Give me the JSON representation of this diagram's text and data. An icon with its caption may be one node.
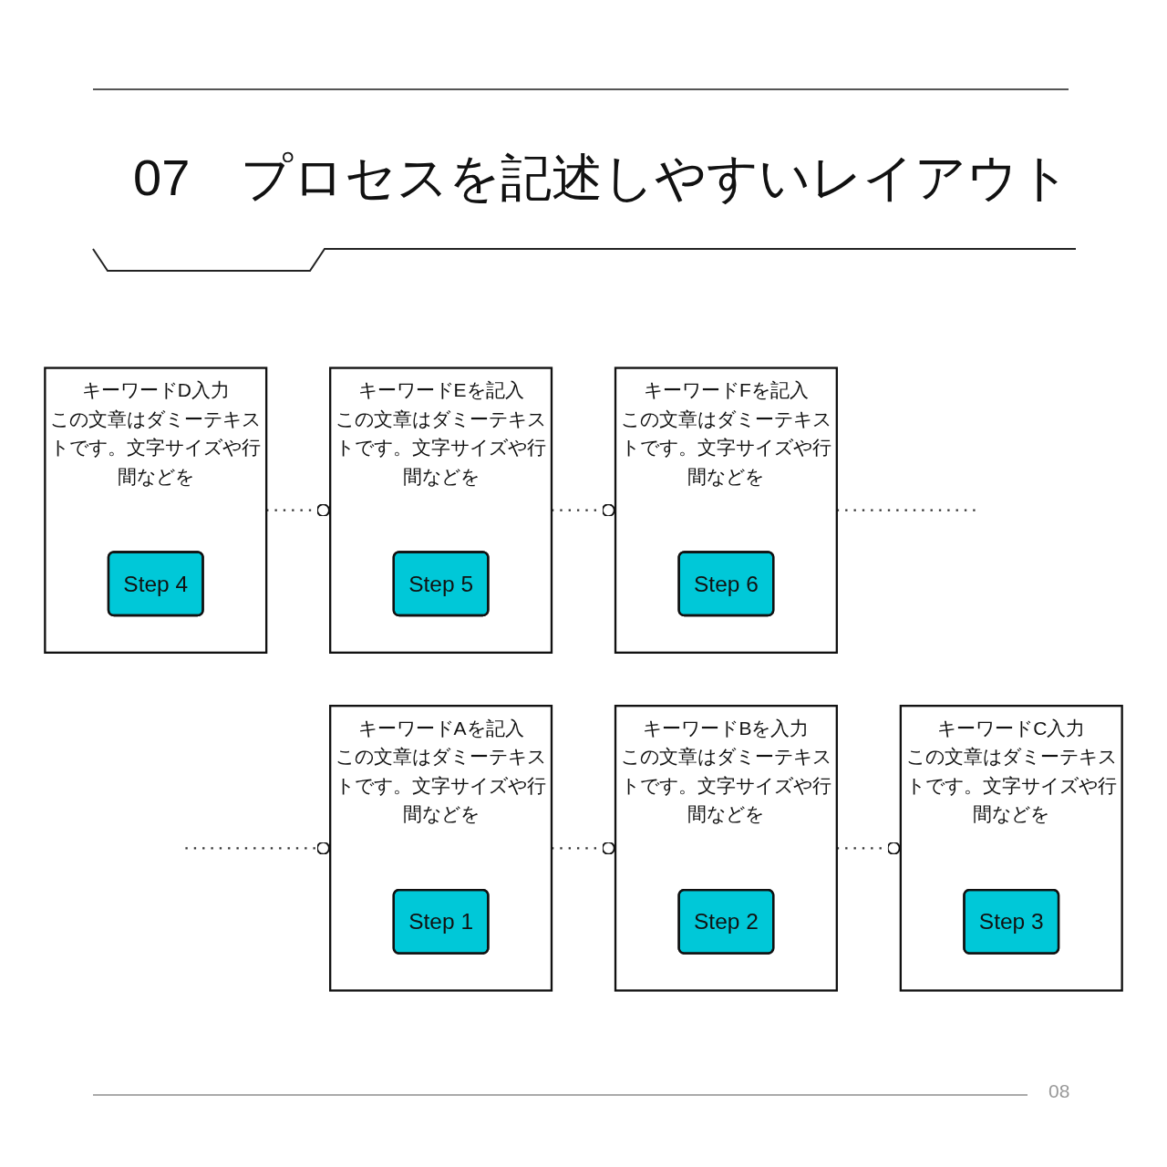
{
  "diagram": {
    "title": "07　プロセスを記述しやすいレイアウト",
    "nodes": [
      {
        "text": [
          "キーワードAを記入",
          "この文章はダミーテキストです。文字サイズや行間などを"
        ]
      },
      {
        "text": [
          "Step 1"
        ],
        "in": 0
      },
      {
        "text": [
          "キーワードBを入力",
          "この文章はダミーテキストです。文字サイズや行間などを"
        ]
      },
      {
        "text": [
          "Step 2"
        ],
        "in": 2
      },
      {
        "text": [
          "キーワードC入力",
          "この文章はダミーテキストです。文字サイズや行間などを"
        ]
      },
      {
        "text": [
          "Step 3"
        ],
        "in": 4
      },
      {
        "text": [
          "キーワードD入力",
          "この文章はダミーテキストです。文字サイズや行間などを"
        ]
      },
      {
        "text": [
          "Step 4"
        ],
        "in": 6
      },
      {
        "text": [
          "キーワードEを記入",
          "この文章はダミーテキストです。文字サイズや行間などを"
        ]
      },
      {
        "text": [
          "Step 5"
        ],
        "in": 8
      },
      {
        "text": [
          "キーワードFを記入",
          "この文章はダミーテキストです。文字サイズや行間などを"
        ]
      },
      {
        "text": [
          "Step 6"
        ],
        "in": 10
      }
    ],
    "edges": [
      {
        "from": null,
        "to": 0,
        "arrow": "other",
        "style": "dashed"
      },
      {
        "from": 0,
        "to": 2,
        "arrow": "other",
        "style": "dashed"
      },
      {
        "from": 2,
        "to": 4,
        "arrow": "other",
        "style": "dashed"
      },
      {
        "from": 6,
        "to": 8,
        "arrow": "other",
        "style": "dashed"
      },
      {
        "from": 8,
        "to": 10,
        "arrow": "other",
        "style": "dashed"
      },
      {
        "from": 10,
        "to": null,
        "arrow": "none",
        "style": "dashed"
      }
    ],
    "labels": [
      "08"
    ]
  }
}
